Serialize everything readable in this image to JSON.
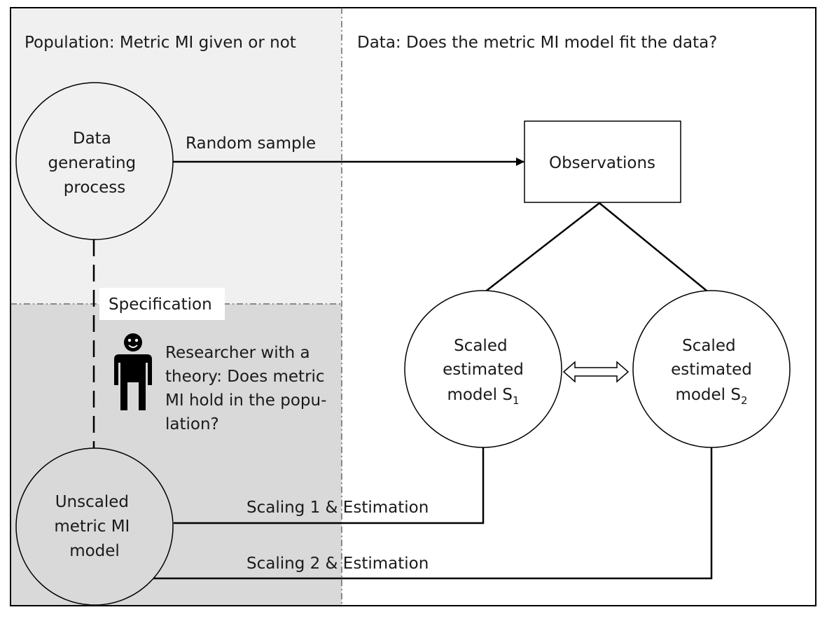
{
  "panels": {
    "population_heading": "Population: Metric MI given or not",
    "data_heading": "Data: Does the metric MI model fit the data?"
  },
  "nodes": {
    "dgp": {
      "lines": [
        "Data",
        "generating",
        "process"
      ]
    },
    "observations": {
      "label": "Observations"
    },
    "unscaled_model": {
      "lines": [
        "Unscaled",
        "metric MI",
        "model"
      ]
    },
    "scaled_model_1": {
      "lines": [
        "Scaled",
        "estimated",
        "model S"
      ],
      "subscript": "1"
    },
    "scaled_model_2": {
      "lines": [
        "Scaled",
        "estimated",
        "model S"
      ],
      "subscript": "2"
    }
  },
  "edges": {
    "random_sample": "Random sample",
    "specification": "Specification",
    "scaling_1": "Scaling 1 & Estimation",
    "scaling_2": "Scaling 2 & Estimation"
  },
  "researcher": {
    "lines": [
      "Researcher with a",
      "theory: Does metric",
      "MI hold in the popu-",
      "lation?"
    ]
  },
  "colors": {
    "population_top_bg": "#f0f0f0",
    "population_bottom_bg": "#d9d9d9",
    "stroke": "#000000",
    "text": "#1a1a1a"
  }
}
